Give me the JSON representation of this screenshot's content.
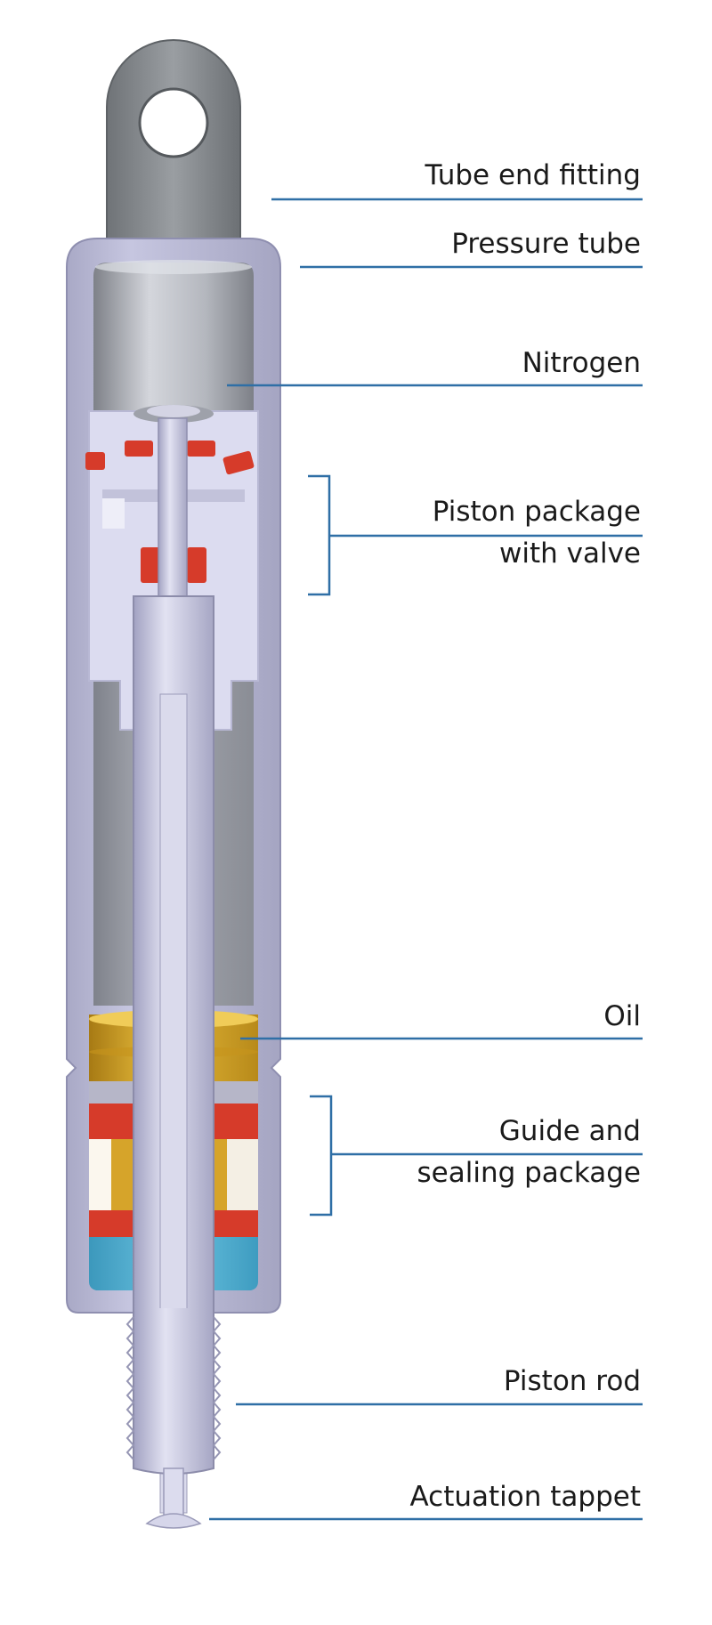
{
  "labels": {
    "tube_end_fitting": "Tube end fitting",
    "pressure_tube": "Pressure tube",
    "nitrogen": "Nitrogen",
    "piston_package_line1": "Piston package",
    "piston_package_line2": "with valve",
    "oil": "Oil",
    "guide_sealing_line1": "Guide and",
    "guide_sealing_line2": "sealing package",
    "piston_rod": "Piston rod",
    "actuation_tappet": "Actuation tappet"
  },
  "colors": {
    "leader_line": "#2f6fa6",
    "tube_outer": "#b9b9d6",
    "fitting": "#8a8e92",
    "nitrogen": "#c4c6cc",
    "chamber": "#9ea1a8",
    "piston_body": "#dcdcf0",
    "seal_red": "#d63b2a",
    "oil_gold": "#d8a424",
    "guide_cyan": "#4fb0d2",
    "rod": "#c8c8e2"
  }
}
